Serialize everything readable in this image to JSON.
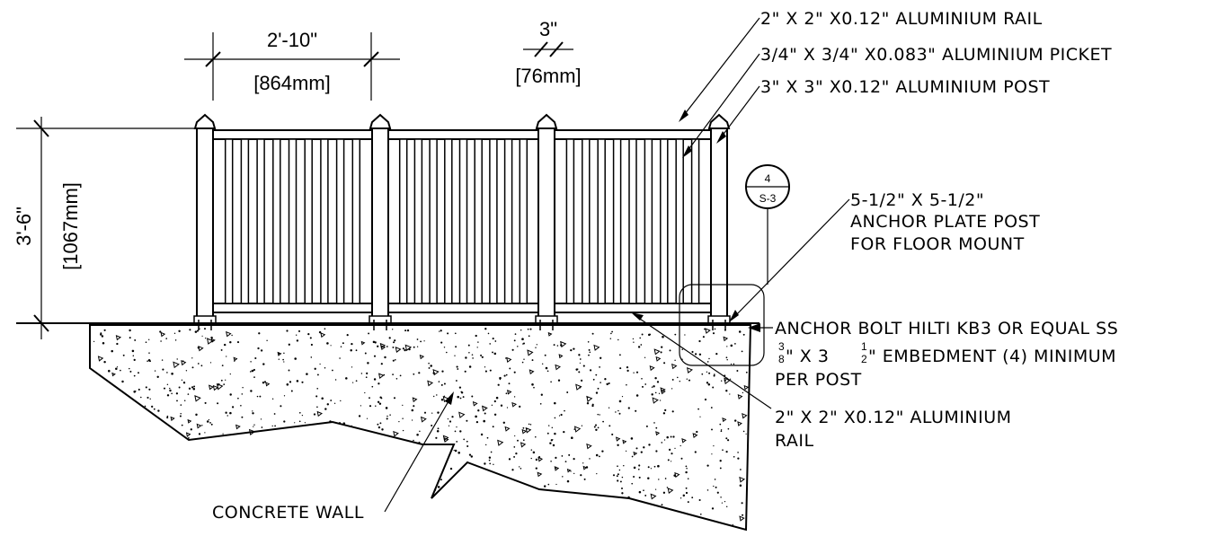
{
  "dimensions": {
    "bay_width_imperial": "2'-10\"",
    "bay_width_metric": "[864mm]",
    "post_width_imperial": "3\"",
    "post_width_metric": "[76mm]",
    "height_imperial": "3'-6\"",
    "height_metric": "[1067mm]"
  },
  "callouts": {
    "top_rail": "2\" X 2\" X0.12\" ALUMINIUM RAIL",
    "picket": "3/4\" X 3/4\" X0.083\" ALUMINIUM PICKET",
    "post": "3\" X 3\" X0.12\" ALUMINIUM POST",
    "anchor_plate_line1": "5-1/2\" X 5-1/2\"",
    "anchor_plate_line2": "ANCHOR PLATE POST",
    "anchor_plate_line3": "FOR FLOOR MOUNT",
    "anchor_bolt_line1": "ANCHOR BOLT HILTI KB3 OR EQUAL SS",
    "anchor_bolt_frac_num": "3",
    "anchor_bolt_frac_den": "8",
    "anchor_bolt_line2": "\" X 3",
    "anchor_bolt_frac2_num": "1",
    "anchor_bolt_frac2_den": "2",
    "anchor_bolt_line2b": "\" EMBEDMENT (4) MINIMUM",
    "anchor_bolt_line3": "PER POST",
    "bottom_rail_line1": "2\" X 2\" X0.12\" ALUMINIUM",
    "bottom_rail_line2": "RAIL",
    "concrete": "CONCRETE WALL"
  },
  "detail_tag": {
    "number": "4",
    "sheet": "S-3"
  }
}
